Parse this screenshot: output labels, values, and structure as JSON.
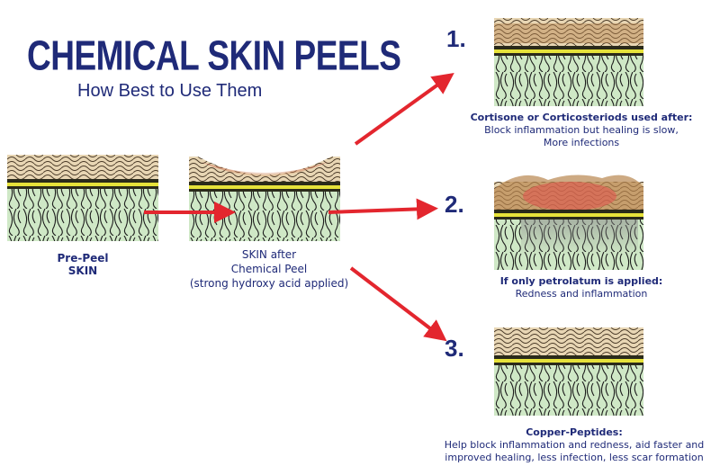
{
  "header": {
    "title": "CHEMICAL SKIN PEELS",
    "subtitle": "How Best to Use Them"
  },
  "stages": {
    "pre": {
      "line1": "Pre-Peel",
      "line2": "SKIN"
    },
    "after": {
      "line1": "SKIN after",
      "line2": "Chemical Peel",
      "line3": "(strong hydroxy acid applied)"
    }
  },
  "outcomes": [
    {
      "number": "1.",
      "heading": "Cortisone or Corticosteriods used after:",
      "line1": "Block inflammation but healing is slow,",
      "line2": "More infections"
    },
    {
      "number": "2.",
      "heading": "If only petrolatum is applied:",
      "line1": "Redness and inflammation"
    },
    {
      "number": "3.",
      "heading": "Copper-Peptides:",
      "line1": "Help block inflammation and redness, aid faster and",
      "line2": "improved healing, less infection, less scar formation"
    }
  ],
  "colors": {
    "title": "#1f2a78",
    "arrow": "#e3262e",
    "dermis": "#cfe8c6",
    "epidermis": "#e8d6b4",
    "yellow_layer": "#e6e23a",
    "inflammation": "#e0564f"
  }
}
